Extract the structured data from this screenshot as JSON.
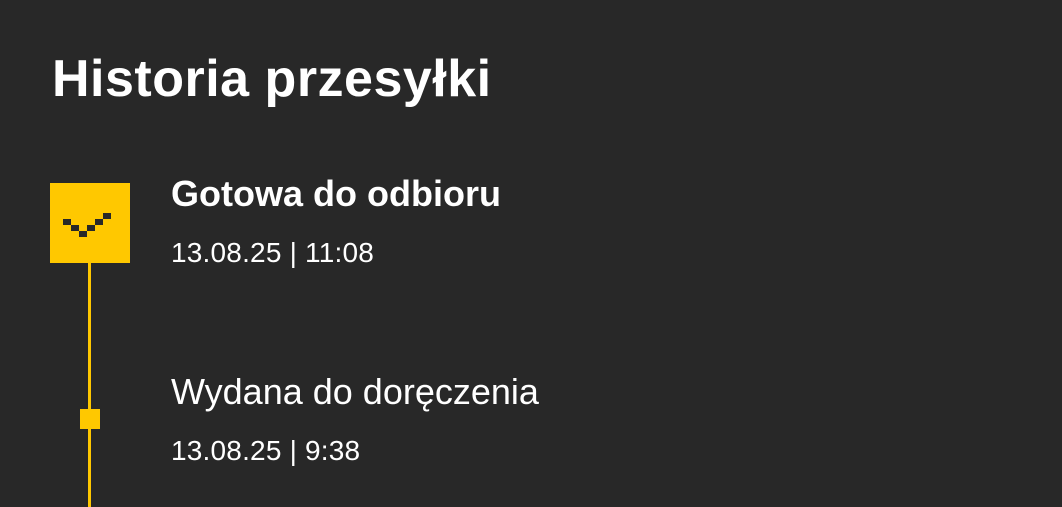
{
  "header": {
    "title": "Historia przesyłki"
  },
  "timeline": {
    "accent_color": "#ffc800",
    "background_color": "#282828",
    "events": [
      {
        "status": "Gotowa do odbioru",
        "time": "13.08.25 | 11:08",
        "icon": "check-icon",
        "active": true
      },
      {
        "status": "Wydana do doręczenia",
        "time": "13.08.25 | 9:38",
        "icon": "timeline-dot-icon",
        "active": false
      }
    ]
  }
}
